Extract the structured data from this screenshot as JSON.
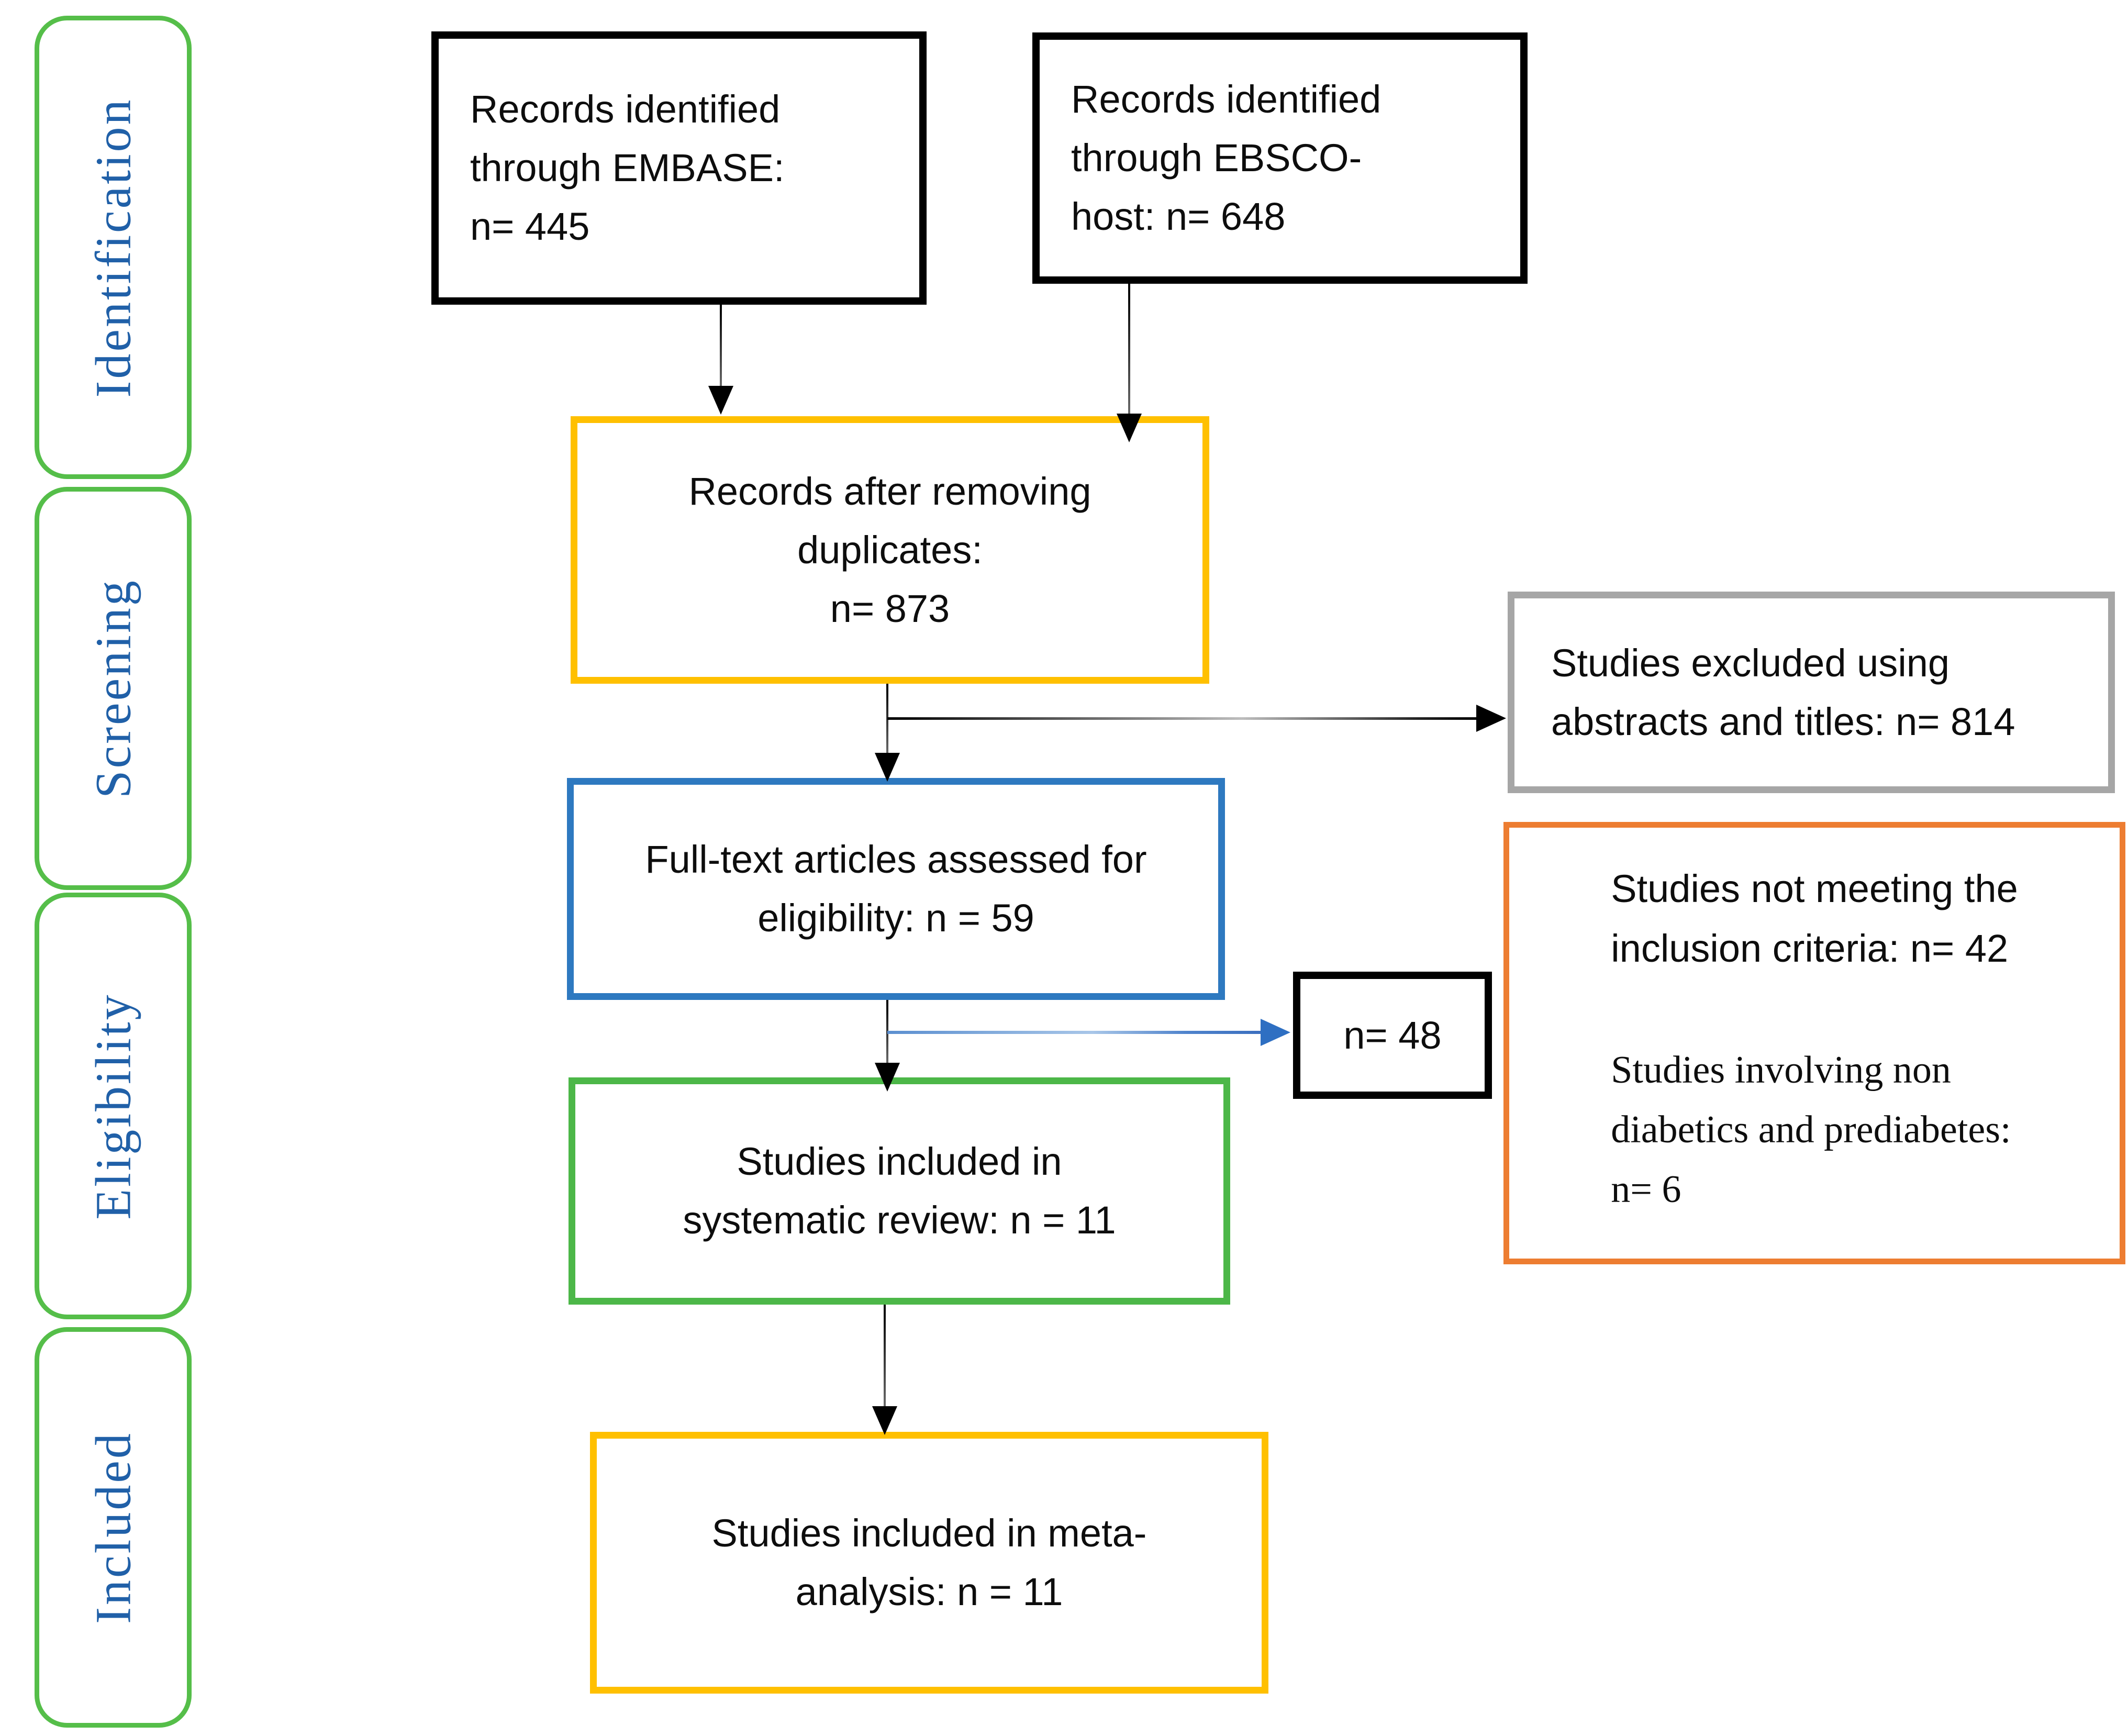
{
  "sidebar": {
    "items": [
      {
        "id": "identification",
        "label": "Identification"
      },
      {
        "id": "screening",
        "label": "Screening"
      },
      {
        "id": "eligibility",
        "label": "Eligibility"
      },
      {
        "id": "included",
        "label": "Included"
      }
    ]
  },
  "boxes": {
    "embase": {
      "text": "Records identified\nthrough EMBASE:\nn= 445"
    },
    "ebsco": {
      "text": "Records identified\nthrough EBSCO-\nhost: n= 648"
    },
    "duplicates": {
      "text": "Records after removing\nduplicates:\nn= 873"
    },
    "excluded_abstracts": {
      "text": "Studies excluded using\nabstracts and titles: n= 814"
    },
    "fulltext": {
      "text": "Full-text articles assessed for\neligibility: n = 59"
    },
    "excluded_count": {
      "text": "n= 48"
    },
    "exclusion_reasons": {
      "paragraph1": "Studies not meeting the\ninclusion criteria: n= 42",
      "paragraph2": "Studies involving non\ndiabetics and prediabetes:\nn= 6"
    },
    "systematic_review": {
      "text": "Studies included in\nsystematic review: n = 11"
    },
    "meta_analysis": {
      "text": "Studies included in meta-\nanalysis: n = 11"
    }
  },
  "colors": {
    "stage_border_green": "#55BE49",
    "stage_text_blue": "#2060A8",
    "box_border_black": "#000000",
    "box_border_yellow": "#FFC000",
    "box_border_gray": "#A6A6A6",
    "box_border_blue": "#2E79C0",
    "box_border_orange": "#ED7D31",
    "box_border_green": "#4CB748",
    "arrow_black": "#000000",
    "arrow_blue": "#4472C4"
  }
}
